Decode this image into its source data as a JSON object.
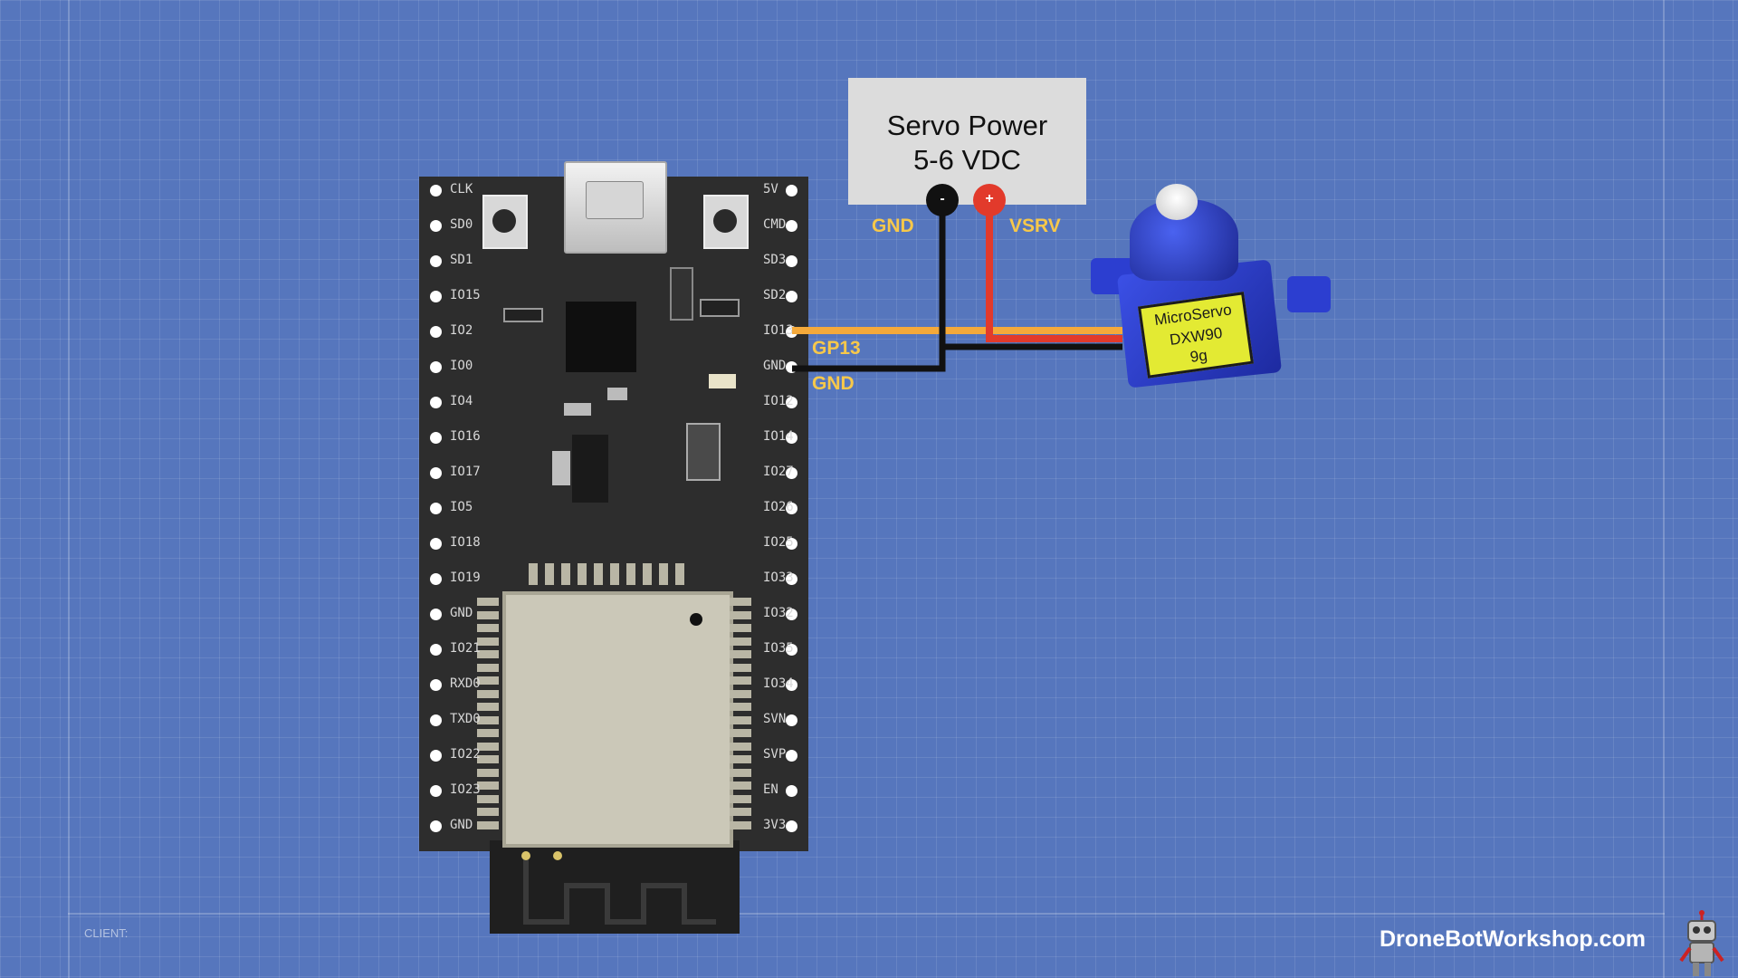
{
  "board": {
    "left_pins": [
      "CLK",
      "SD0",
      "SD1",
      "IO15",
      "IO2",
      "IO0",
      "IO4",
      "IO16",
      "IO17",
      "IO5",
      "IO18",
      "IO19",
      "GND",
      "IO21",
      "RXD0",
      "TXD0",
      "IO22",
      "IO23",
      "GND"
    ],
    "right_pins": [
      "5V",
      "CMD",
      "SD3",
      "SD2",
      "IO13",
      "GND",
      "IO12",
      "IO14",
      "IO27",
      "IO26",
      "IO25",
      "IO33",
      "IO32",
      "IO35",
      "IO34",
      "SVN",
      "SVP",
      "EN",
      "3V3"
    ]
  },
  "power_supply": {
    "title_line1": "Servo Power",
    "title_line2": "5-6 VDC",
    "negative_symbol": "-",
    "positive_symbol": "+"
  },
  "wire_labels": {
    "gnd_supply": "GND",
    "vsrv": "VSRV",
    "gp13": "GP13",
    "gnd_board": "GND"
  },
  "servo": {
    "line1": "MicroServo",
    "line2": "DXW90",
    "line3": "9g"
  },
  "footer": {
    "client": "CLIENT:",
    "brand": "DroneBotWorkshop.com"
  },
  "colors": {
    "background": "#5676bd",
    "signal_wire": "#f4a93b",
    "power_wire": "#e23a2b",
    "ground_wire": "#111111",
    "label_text": "#f7c84a"
  },
  "icons": {
    "mascot": "robot-icon"
  }
}
